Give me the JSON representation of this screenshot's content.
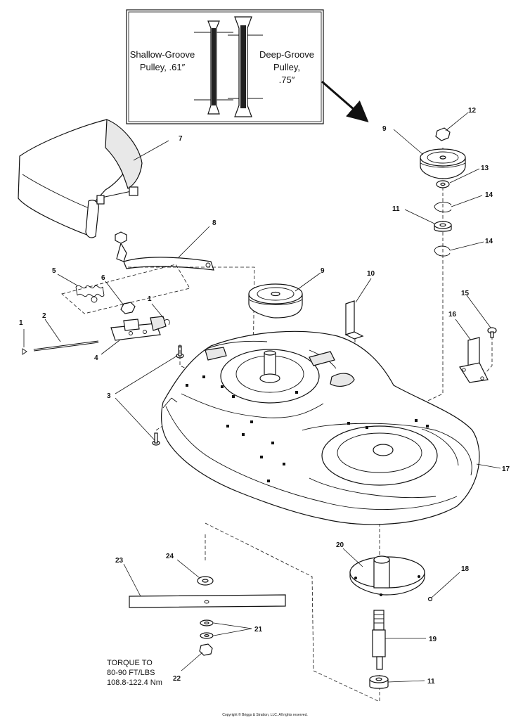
{
  "inset": {
    "shallow_label_line1": "Shallow-Groove",
    "shallow_label_line2": "Pulley, .61″",
    "deep_label_line1": "Deep-Groove",
    "deep_label_line2": "Pulley,",
    "deep_label_line3": ".75″"
  },
  "callouts": {
    "c1a": "1",
    "c1b": "1",
    "c2": "2",
    "c3": "3",
    "c4": "4",
    "c5": "5",
    "c6": "6",
    "c7": "7",
    "c8": "8",
    "c9a": "9",
    "c9b": "9",
    "c10": "10",
    "c11a": "11",
    "c11b": "11",
    "c12": "12",
    "c13": "13",
    "c14a": "14",
    "c14b": "14",
    "c15": "15",
    "c16": "16",
    "c17": "17",
    "c18": "18",
    "c19": "19",
    "c20": "20",
    "c21": "21",
    "c22": "22",
    "c23": "23",
    "c24": "24"
  },
  "torque_note": {
    "line1": "TORQUE TO",
    "line2": "80-90 FT/LBS",
    "line3": "108.8-122.4 Nm"
  },
  "copyright": "Copyright © Briggs & Stratton, LLC. All rights reserved."
}
